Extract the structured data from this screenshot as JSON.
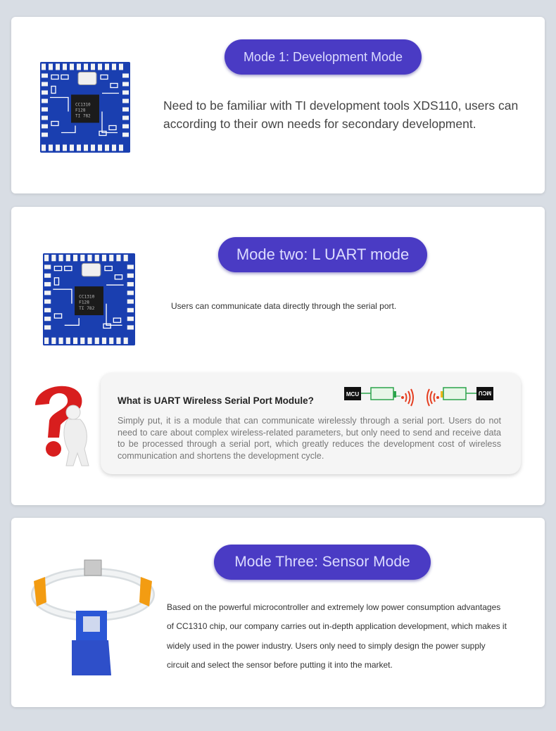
{
  "mode1": {
    "title": "Mode 1: Development Mode",
    "description": "Need to be familiar with TI development tools XDS110, users can according to their own needs for secondary development."
  },
  "mode2": {
    "title": "Mode two: L UART mode",
    "description": "Users can communicate data directly through the serial port.",
    "faq": {
      "question": "What is UART Wireless Serial Port Module?",
      "answer": "Simply put, it is a module that can communicate wirelessly through a serial port. Users do not need to care about complex wireless-related parameters, but only need to send and receive data to be processed through a serial port, which greatly reduces the development cost of wireless communication and shortens the development cycle.",
      "diagram": {
        "left_label": "MCU",
        "right_label": "MCU"
      }
    }
  },
  "mode3": {
    "title": "Mode Three: Sensor Mode",
    "description": "Based on the powerful microcontroller and extremely low power consumption advantages of CC1310 chip, our company carries out in-depth application development, which makes it widely used in the power industry. Users only need to simply design the power supply circuit and select the sensor before putting it into the market."
  },
  "chip": {
    "line1": "CC1310",
    "line2": "F128"
  },
  "colors": {
    "background": "#d8dde4",
    "pill": "#4a3bc4",
    "pcb": "#1a3fb0",
    "question_mark": "#d81e1e",
    "bracelet_clasp": "#f39c12"
  }
}
